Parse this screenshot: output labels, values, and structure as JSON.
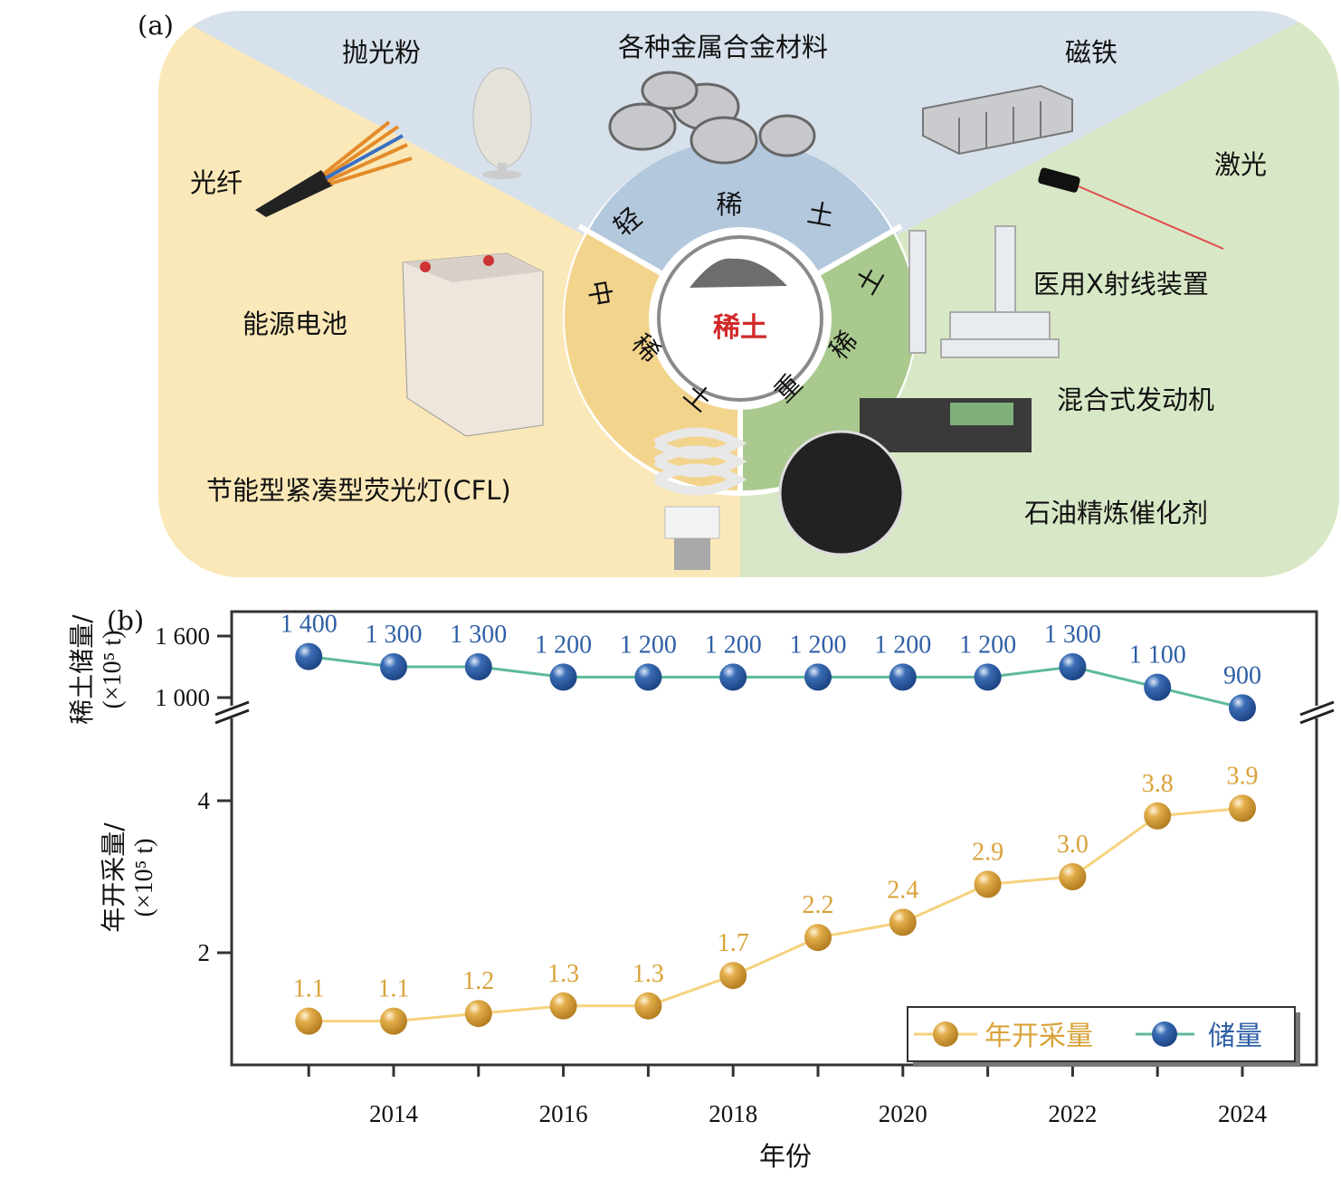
{
  "panel_a": {
    "label": "(a)",
    "center": "稀土",
    "ring": {
      "light": [
        "轻",
        "稀",
        "土"
      ],
      "medium": [
        "中",
        "稀",
        "土"
      ],
      "heavy": [
        "重",
        "稀",
        "土"
      ]
    },
    "applications": {
      "polishing_powder": "抛光粉",
      "alloys": "各种金属合金材料",
      "magnet": "磁铁",
      "fiber": "光纤",
      "battery": "能源电池",
      "cfl": "节能型紧凑型荧光灯(CFL)",
      "laser": "激光",
      "xray": "医用X射线装置",
      "hybrid_engine": "混合式发动机",
      "catalyst": "石油精炼催化剂"
    },
    "colors": {
      "light": "#d7e1ec",
      "medium": "#fae8b8",
      "heavy": "#d8e8c6",
      "ring_light": "#b3c8dc",
      "ring_medium": "#f3d48d",
      "ring_heavy": "#a9c98e",
      "center_text": "#d22a2a"
    }
  },
  "panel_b_label": "(b)",
  "chart_data": {
    "type": "line",
    "x": [
      2013,
      2014,
      2015,
      2016,
      2017,
      2018,
      2019,
      2020,
      2021,
      2022,
      2023,
      2024
    ],
    "xlabel": "年份",
    "xticks": [
      2014,
      2016,
      2018,
      2020,
      2022,
      2024
    ],
    "series": [
      {
        "name": "储量",
        "color": "#2e5fa6",
        "line_color": "#5dba9a",
        "values": [
          1400,
          1300,
          1300,
          1200,
          1200,
          1200,
          1200,
          1200,
          1200,
          1300,
          1100,
          900
        ],
        "labels": [
          "1 400",
          "1 300",
          "1 300",
          "1 200",
          "1 200",
          "1 200",
          "1 200",
          "1 200",
          "1 200",
          "1 300",
          "1 100",
          "900"
        ],
        "ylabel": [
          "稀土储量/",
          "(×10⁵ t)"
        ],
        "yticks": [
          1000,
          1600
        ],
        "ytick_labels": [
          "1 000",
          "1 600"
        ]
      },
      {
        "name": "年开采量",
        "color": "#d9a23a",
        "line_color": "#f6d27e",
        "values": [
          1.1,
          1.1,
          1.2,
          1.3,
          1.3,
          1.7,
          2.2,
          2.4,
          2.9,
          3.0,
          3.8,
          3.9
        ],
        "labels": [
          "1.1",
          "1.1",
          "1.2",
          "1.3",
          "1.3",
          "1.7",
          "2.2",
          "2.4",
          "2.9",
          "3.0",
          "3.8",
          "3.9"
        ],
        "ylabel": [
          "年开采量/",
          "(×10⁵ t)"
        ],
        "yticks": [
          2,
          4
        ],
        "ytick_labels": [
          "2",
          "4"
        ]
      }
    ],
    "axis_break": true,
    "legend": {
      "placement": "bottom-right",
      "entries": [
        "年开采量",
        "储量"
      ]
    }
  }
}
